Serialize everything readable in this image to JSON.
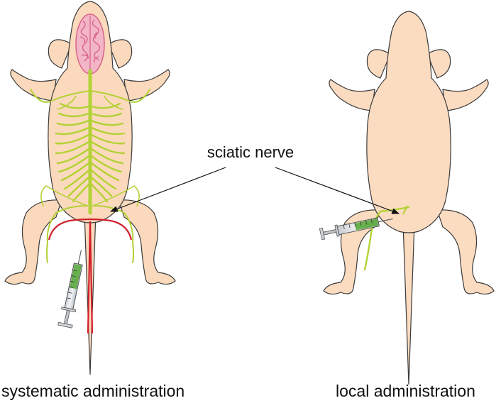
{
  "labels": {
    "sciatic": "sciatic nerve",
    "left_caption": "systematic administration",
    "right_caption": "local administration"
  },
  "colors": {
    "skin": "#fbdcc0",
    "skin_center": "#f6c89e",
    "outline": "#3a3a3a",
    "nerve": "#b2d235",
    "brain": "#f2b6c6",
    "brain_outline": "#d9638a",
    "red_line": "#d0202a",
    "syringe_liquid": "#5aa83c",
    "syringe_barrel": "#d9dde0"
  },
  "icons": {
    "left_mouse": "mouse-with-nervous-system-illustration",
    "right_mouse": "mouse-illustration",
    "syringe": "syringe-icon"
  }
}
